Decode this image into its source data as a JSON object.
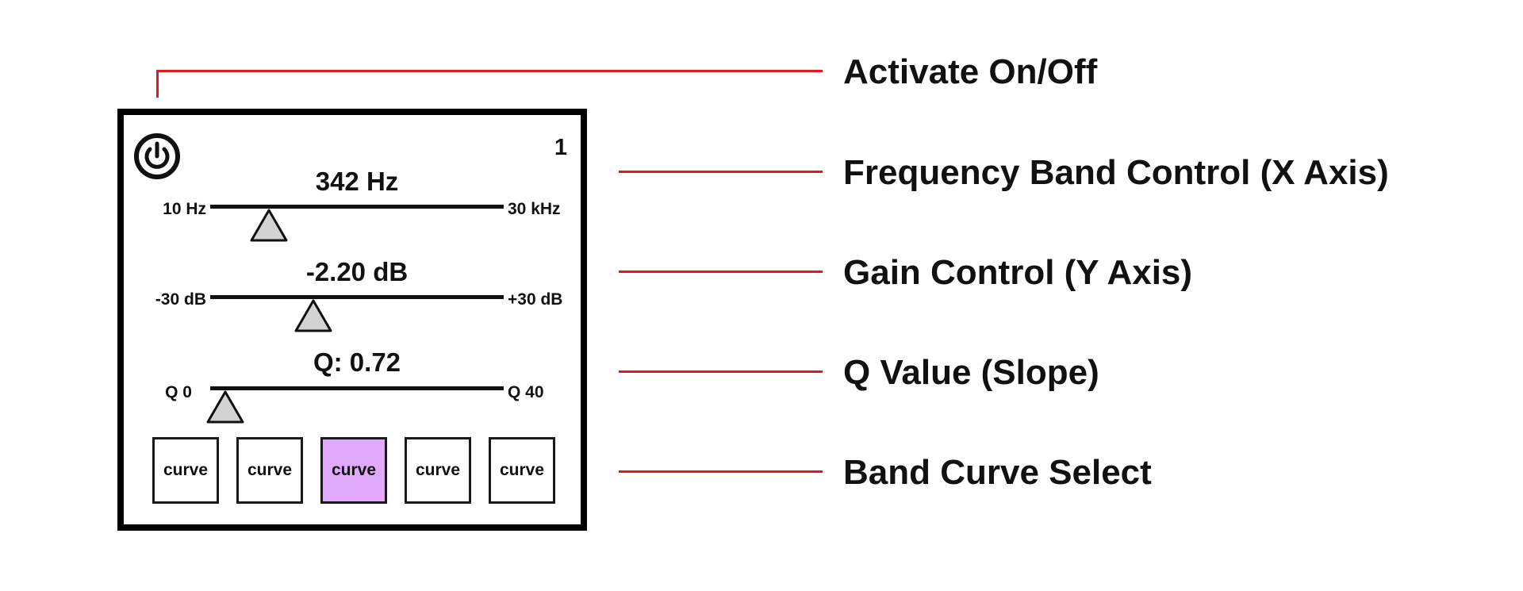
{
  "panel": {
    "band_number": "1",
    "frequency": {
      "value_label": "342 Hz",
      "min_label": "10 Hz",
      "max_label": "30 kHz",
      "thumb_fraction": 0.2
    },
    "gain": {
      "value_label": "-2.20 dB",
      "min_label": "-30 dB",
      "max_label": "+30 dB",
      "thumb_fraction": 0.35
    },
    "q": {
      "value_label": "Q: 0.72",
      "min_label": "Q 0",
      "max_label": "Q 40",
      "thumb_fraction": 0.05
    },
    "curves": [
      {
        "label": "curve",
        "selected": false
      },
      {
        "label": "curve",
        "selected": false
      },
      {
        "label": "curve",
        "selected": true
      },
      {
        "label": "curve",
        "selected": false
      },
      {
        "label": "curve",
        "selected": false
      }
    ],
    "selected_curve_color": "#e0a9fb",
    "thumb_color": "#d3d3d3"
  },
  "callouts": [
    {
      "label": "Activate On/Off"
    },
    {
      "label": "Frequency Band Control (X Axis)"
    },
    {
      "label": "Gain Control (Y Axis)"
    },
    {
      "label": "Q Value (Slope)"
    },
    {
      "label": "Band Curve Select"
    }
  ],
  "callout_color": "#e0191e",
  "icons": {
    "power": "power-icon",
    "thumb": "triangle-up-icon"
  }
}
